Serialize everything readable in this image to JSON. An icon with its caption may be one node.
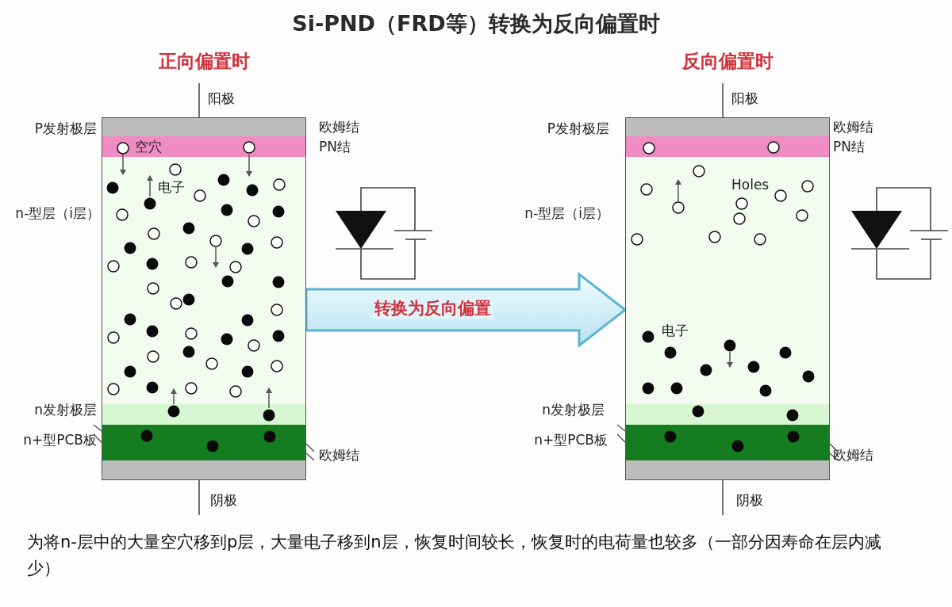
{
  "diagram": {
    "title": "Si-PND（FRD等）转换为反向偏置时",
    "caption": "为将n-层中的大量空穴移到p层，大量电子移到n层，恢复时间较长，恢复时的电荷量也较多（一部分因寿命在层内减少）",
    "nodes": [
      {
        "text": [
          "正向偏置时"
        ]
      },
      {
        "text": [
          "反向偏置时"
        ]
      }
    ],
    "edges": [
      {
        "from": 0,
        "to": 1,
        "arrow": "to",
        "label": "转换为反向偏置",
        "style": "thick",
        "color": "#5ab4d4"
      }
    ],
    "labels": [
      "阳极",
      "P发射极层",
      "欧姆结",
      "PN结",
      "空穴",
      "电子",
      "n-型层（i层）",
      "n发射极层",
      "n+型PCB板",
      "欧姆结",
      "阴极",
      "阳极",
      "P发射极层",
      "欧姆结",
      "PN结",
      "Holes",
      "n-型层（i层）",
      "电子",
      "n发射极层",
      "n+型PCB板",
      "欧姆结",
      "阴极"
    ]
  }
}
